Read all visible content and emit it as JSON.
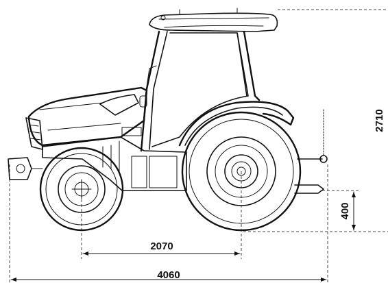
{
  "dimensions": {
    "overall_length": "4060",
    "wheelbase": "2070",
    "overall_height": "2710",
    "hitch_height": "400"
  },
  "colors": {
    "ink": "#111111",
    "background": "#ffffff"
  }
}
